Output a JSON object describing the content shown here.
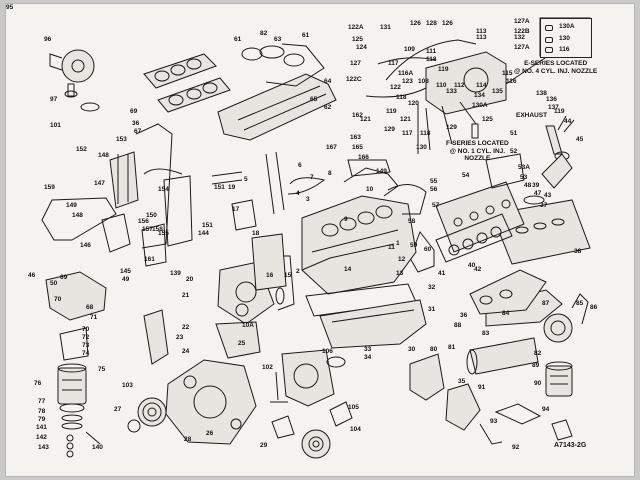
{
  "figure_code": "A7143-2G",
  "notes": {
    "e_series": "E-SERIES LOCATED\n@ NO. 4 CYL. INJ. NOZZLE",
    "f_series": "F-SERIES LOCATED\n@ NO. 1 CYL. INJ.\nNOZZLE",
    "exhaust": "EXHAUST"
  },
  "legend_box": [
    "130A",
    "130",
    "116"
  ],
  "callouts": [
    "96",
    "97",
    "101",
    "69",
    "36",
    "67",
    "61",
    "82",
    "63",
    "61",
    "64",
    "65",
    "62",
    "121",
    "122A",
    "131",
    "126",
    "128",
    "126",
    "125",
    "124",
    "109",
    "111",
    "113",
    "127A",
    "122B",
    "132",
    "127A",
    "127",
    "118",
    "116A",
    "117",
    "119",
    "123",
    "108",
    "110",
    "112",
    "114",
    "115",
    "116",
    "122C",
    "122",
    "118",
    "120",
    "119",
    "121",
    "129",
    "117",
    "118",
    "133",
    "129",
    "130",
    "130A",
    "125",
    "134",
    "135",
    "138",
    "136",
    "137",
    "113",
    "119",
    "52",
    "51",
    "53A",
    "53",
    "45",
    "44",
    "166",
    "162",
    "163",
    "167",
    "165",
    "149",
    "153",
    "148",
    "152",
    "147",
    "149",
    "148",
    "146",
    "159",
    "154",
    "150",
    "156",
    "157",
    "158",
    "155",
    "151",
    "151",
    "144",
    "145",
    "161",
    "139",
    "19",
    "17",
    "18",
    "16",
    "15",
    "2",
    "3",
    "4",
    "5",
    "6",
    "7",
    "8",
    "9",
    "10",
    "11",
    "12",
    "13",
    "14",
    "1",
    "55",
    "56",
    "54",
    "57",
    "58",
    "59",
    "60",
    "40",
    "41",
    "42",
    "43",
    "37",
    "38",
    "39",
    "47",
    "48",
    "46",
    "50",
    "70",
    "68",
    "71",
    "70",
    "72",
    "73",
    "74",
    "75",
    "76",
    "77",
    "78",
    "79",
    "141",
    "142",
    "143",
    "140",
    "69",
    "49",
    "22",
    "23",
    "24",
    "25",
    "20",
    "21",
    "10A",
    "32",
    "31",
    "33",
    "34",
    "106",
    "102",
    "105",
    "104",
    "103",
    "27",
    "28",
    "26",
    "29",
    "30",
    "80",
    "81",
    "83",
    "84",
    "85",
    "86",
    "87",
    "82",
    "89",
    "90",
    "88",
    "36",
    "35",
    "91",
    "92",
    "93",
    "94",
    "95"
  ]
}
